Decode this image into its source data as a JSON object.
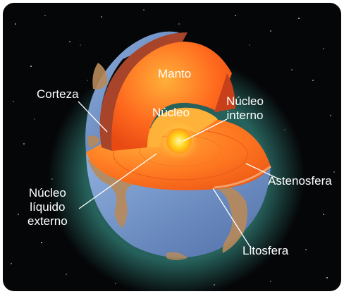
{
  "labels": {
    "manto": "Manto",
    "nucleo": "Núcleo",
    "corteza": "Corteza",
    "nucleo_interno": [
      "Núcleo",
      "interno"
    ],
    "astenosfera": "Astenosfera",
    "nucleo_liquido_externo": [
      "Núcleo",
      "líquido",
      "externo"
    ],
    "litosfera": "Litosfera"
  },
  "colors": {
    "space": "#050608",
    "ocean": "#6b8fc8",
    "land": "#b8895a",
    "crust": "#a8442a",
    "mantle": "#ff6a1e",
    "core": "#ffd21a"
  }
}
